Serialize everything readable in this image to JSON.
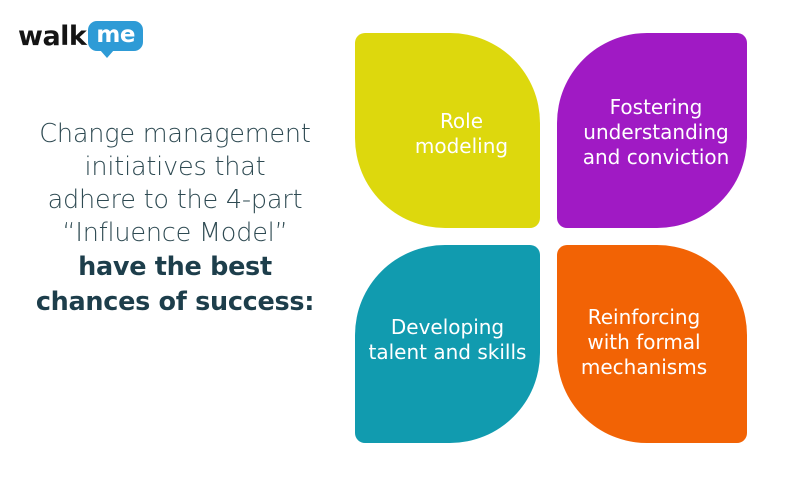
{
  "brand": {
    "logo_word_dark": "walk",
    "logo_word_light": "me",
    "bubble_color": "#2E9BD6"
  },
  "headline": {
    "lines": [
      {
        "text": "Change management",
        "weight": "light"
      },
      {
        "text": "initiatives that",
        "weight": "light"
      },
      {
        "text": "adhere to the 4-part",
        "weight": "light"
      },
      {
        "text": "“Influence Model”",
        "weight": "light"
      },
      {
        "text": "have the best",
        "weight": "bold"
      },
      {
        "text": "chances of success:",
        "weight": "bold"
      }
    ],
    "light_color": "#2E4A52",
    "bold_color": "#1D3E4B"
  },
  "influence_model": {
    "petals": [
      {
        "id": "role-modeling",
        "label": "Role\nmodeling",
        "line1": "Role",
        "line2": "modeling",
        "line3": "",
        "color": "#DDD80D",
        "position": "top-left"
      },
      {
        "id": "fostering-understanding",
        "label": "Fostering understanding and conviction",
        "line1": "Fostering",
        "line2": "understanding",
        "line3": "and conviction",
        "color": "#A01AC4",
        "position": "top-right"
      },
      {
        "id": "developing-talent",
        "label": "Developing talent and skills",
        "line1": "Developing",
        "line2": "talent and skills",
        "line3": "",
        "color": "#119BAF",
        "position": "bottom-left"
      },
      {
        "id": "reinforcing-formal-mechanisms",
        "label": "Reinforcing with formal mechanisms",
        "line1": "Reinforcing",
        "line2": "with formal",
        "line3": "mechanisms",
        "color": "#F26305",
        "position": "bottom-right"
      }
    ]
  }
}
